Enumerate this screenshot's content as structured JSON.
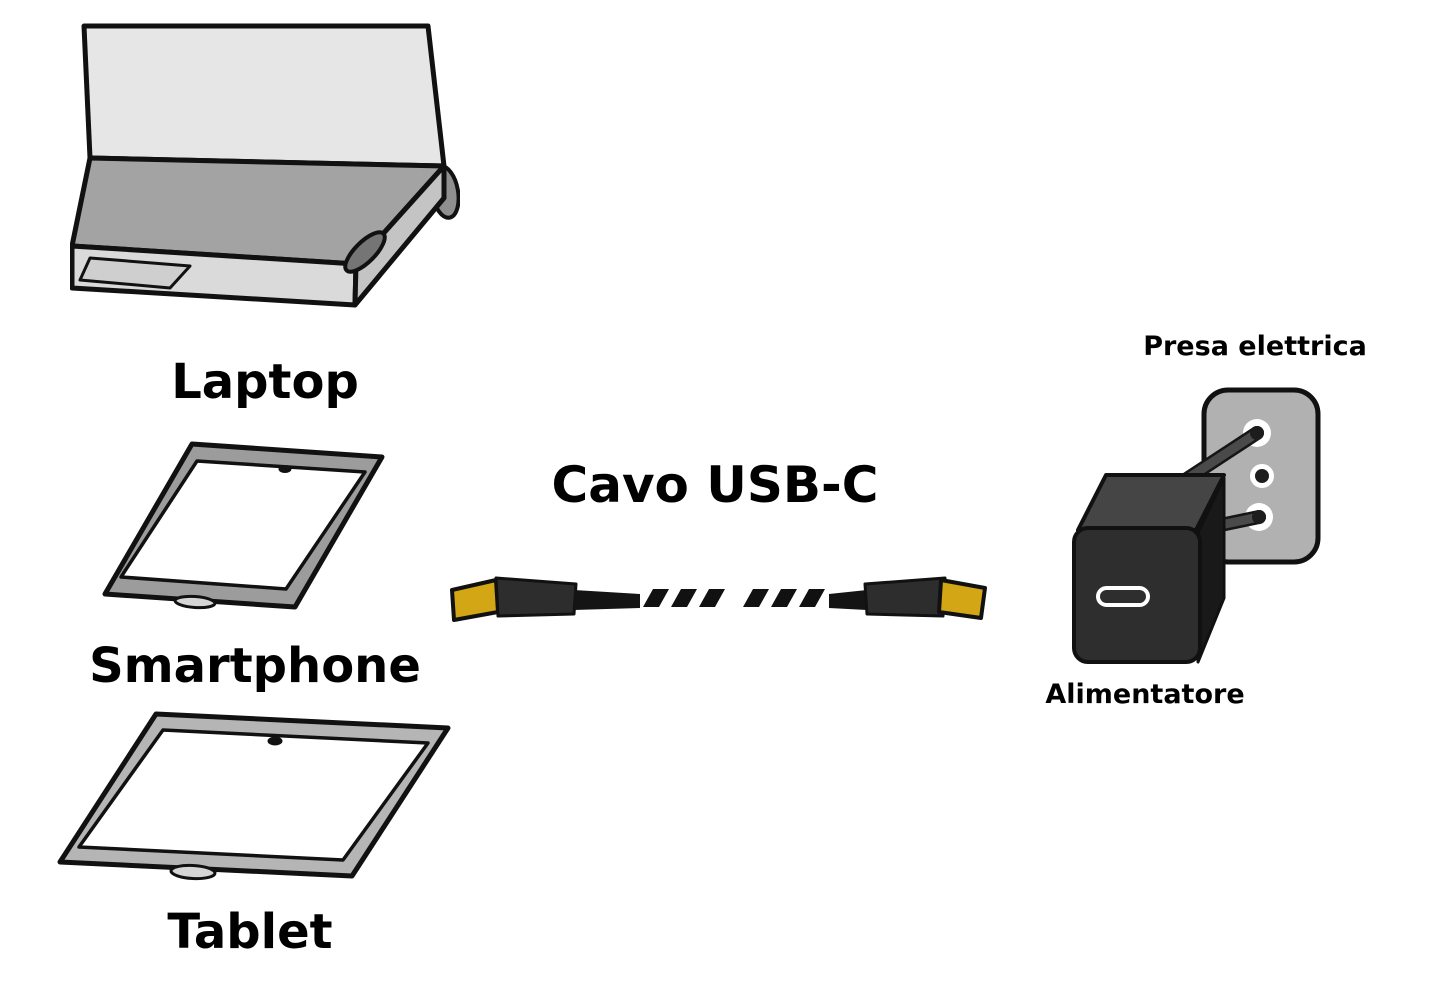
{
  "diagram": {
    "background_color": "#ffffff",
    "devices": [
      {
        "id": "laptop",
        "label": "Laptop"
      },
      {
        "id": "smartphone",
        "label": "Smartphone"
      },
      {
        "id": "tablet",
        "label": "Tablet"
      }
    ],
    "cable": {
      "title": "Cavo USB-C",
      "connector_tip_color": "#d2a615",
      "connector_body_color": "#2d2d2d",
      "dash_count": 6
    },
    "power": {
      "outlet_label": "Presa elettrica",
      "adapter_label": "Alimentatore",
      "adapter_color": "#2e2e2e",
      "adapter_top_color": "#454545",
      "outlet_color": "#b1b1b1"
    }
  }
}
